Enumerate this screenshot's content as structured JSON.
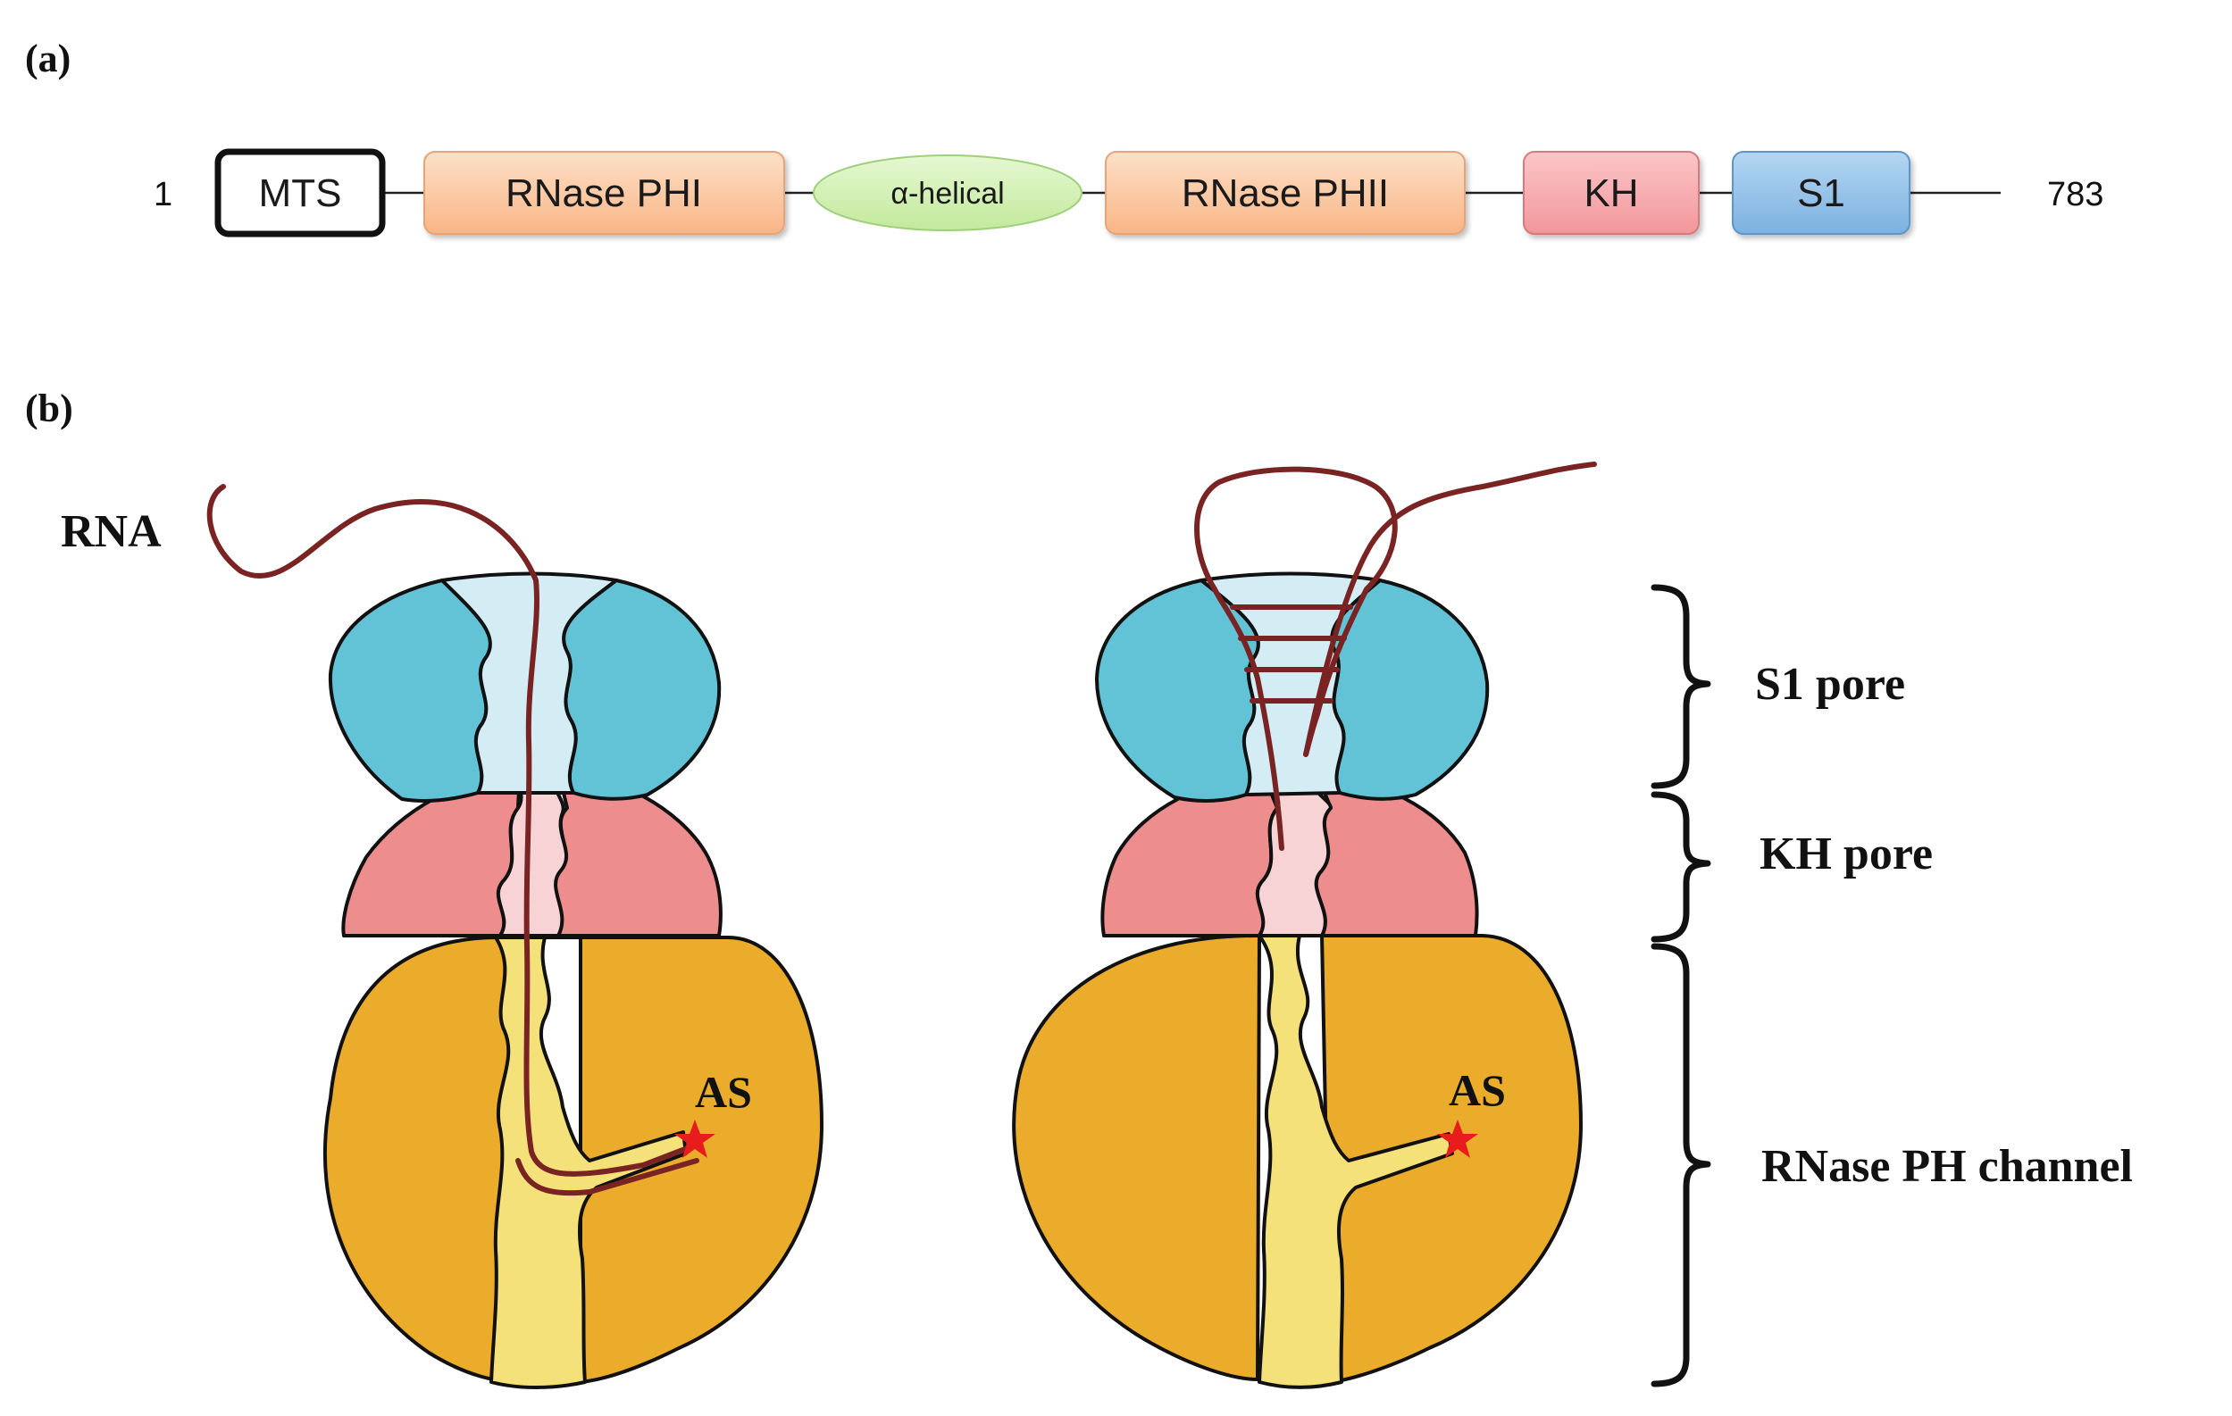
{
  "panel_a": {
    "label": "(a)",
    "start": "1",
    "end": "783",
    "domains": {
      "mts": "MTS",
      "rnase_ph1": "RNase PHI",
      "alpha_helical": "α-helical",
      "rnase_ph2": "RNase PHII",
      "kh": "KH",
      "s1": "S1"
    }
  },
  "panel_b": {
    "label": "(b)",
    "rna_label": "RNA",
    "active_site": "AS",
    "regions": {
      "s1": "S1 pore",
      "kh": "KH pore",
      "rnase_ph": "RNase PH channel"
    }
  },
  "colors": {
    "s1_blue": "#62c3d6",
    "s1_pore": "#d4ecf4",
    "kh_red": "#ee8d8d",
    "kh_pore": "#f7d3d5",
    "rnase_orange": "#ecac2b",
    "channel_yellow": "#f5e17a",
    "rna_brown": "#7a2323",
    "star_red": "#e81c1c",
    "box_rnase": "#fbc7a0",
    "box_helical": "#cdeeaa",
    "box_kh": "#f6a7ab",
    "box_s1": "#8fbde6"
  }
}
